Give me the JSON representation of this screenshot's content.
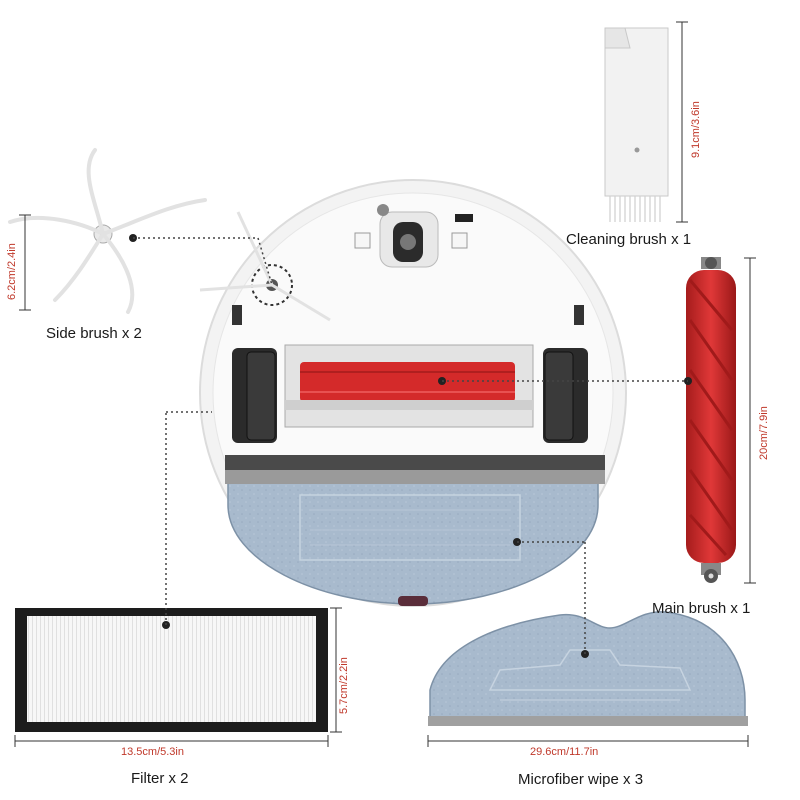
{
  "labels": {
    "cleaning_brush": "Cleaning brush x 1",
    "side_brush": "Side brush x 2",
    "main_brush": "Main brush x 1",
    "filter": "Filter x 2",
    "microfiber_wipe": "Microfiber wipe x 3"
  },
  "dimensions": {
    "cleaning_brush_height": "9.1cm/3.6in",
    "side_brush_size": "6.2cm/2.4in",
    "main_brush_length": "20cm/7.9in",
    "filter_height": "5.7cm/2.2in",
    "filter_width": "13.5cm/5.3in",
    "wipe_width": "29.6cm/11.7in"
  },
  "colors": {
    "dimension_text": "#c0392b",
    "main_brush_red": "#d42a2a",
    "mop_blue": "#9fb3c8",
    "robot_white": "#f4f4f4",
    "dark": "#2a2a2a"
  }
}
